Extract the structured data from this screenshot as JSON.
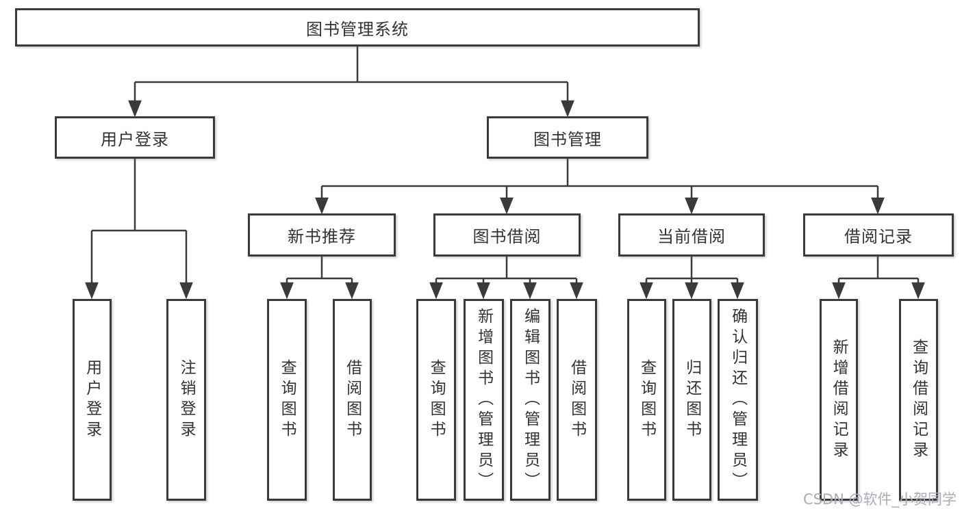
{
  "nodes": {
    "root": "图书管理系统",
    "user_login": "用户登录",
    "book_mgmt": "图书管理",
    "login": "用户登录",
    "logout": "注销登录",
    "new_book_rec": "新书推荐",
    "book_borrow": "图书借阅",
    "current_borrow": "当前借阅",
    "borrow_records": "借阅记录",
    "nb_query": "查询图书",
    "nb_borrow": "借阅图书",
    "bb_query": "查询图书",
    "bb_add": "新增图书（管理员）",
    "bb_edit": "编辑图书（管理员）",
    "bb_borrow": "借阅图书",
    "cb_query": "查询图书",
    "cb_return": "归还图书",
    "cb_confirm": "确认归还（管理员）",
    "br_add": "新增借阅记录",
    "br_query": "查询借阅记录"
  },
  "watermark": "CSDN @软件_小贺同学",
  "colors": {
    "line": "#3a3a3a",
    "text": "#333333",
    "watermark": "#a9adb8",
    "background": "#ffffff"
  }
}
